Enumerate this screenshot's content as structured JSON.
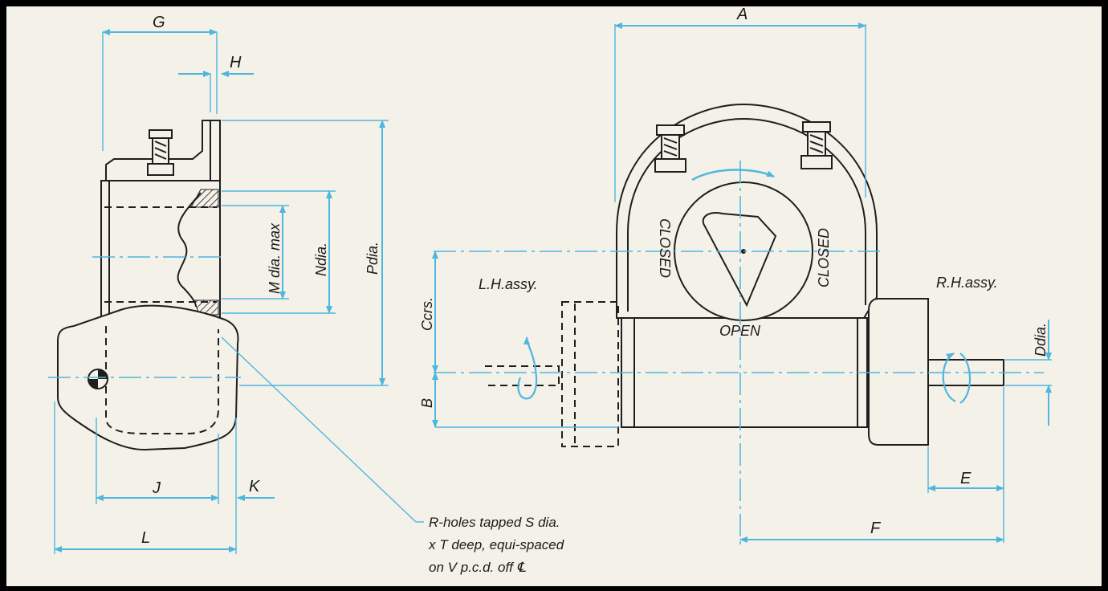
{
  "diagram": {
    "labels": {
      "A": "A",
      "B": "B",
      "C": "Ccrs.",
      "D": "Ddia.",
      "E": "E",
      "F": "F",
      "G": "G",
      "H": "H",
      "J": "J",
      "K": "K",
      "L": "L",
      "M": "M dia. max",
      "N": "Ndia.",
      "P": "Pdia."
    },
    "text": {
      "closed_left": "CLOSED",
      "closed_right": "CLOSED",
      "open": "OPEN",
      "lh_assy": "L.H.assy.",
      "rh_assy": "R.H.assy.",
      "note_line1": "R-holes tapped S dia.",
      "note_line2": "x T deep, equi-spaced",
      "note_line3": "on V p.c.d. off ℄"
    },
    "colors": {
      "paper": "#f4f1e8",
      "frame": "#000000",
      "ink": "#1e1e1e",
      "dimension": "#4fb6e0"
    }
  }
}
